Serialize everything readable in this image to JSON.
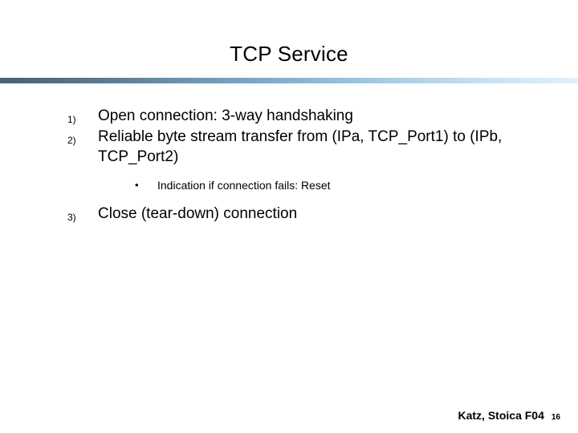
{
  "slide": {
    "title": "TCP Service",
    "bullets": [
      {
        "marker": "1)",
        "text": "Open  connection: 3-way handshaking",
        "level": 1
      },
      {
        "marker": "2)",
        "text": "Reliable byte stream transfer from (IPa, TCP_Port1) to (IPb, TCP_Port2)",
        "level": 1
      },
      {
        "marker": "•",
        "text": "Indication if connection fails: Reset",
        "level": 2
      },
      {
        "marker": "3)",
        "text": "Close (tear-down) connection",
        "level": 1
      }
    ],
    "footer": {
      "author": "Katz, Stoica F04",
      "page": "16"
    }
  }
}
